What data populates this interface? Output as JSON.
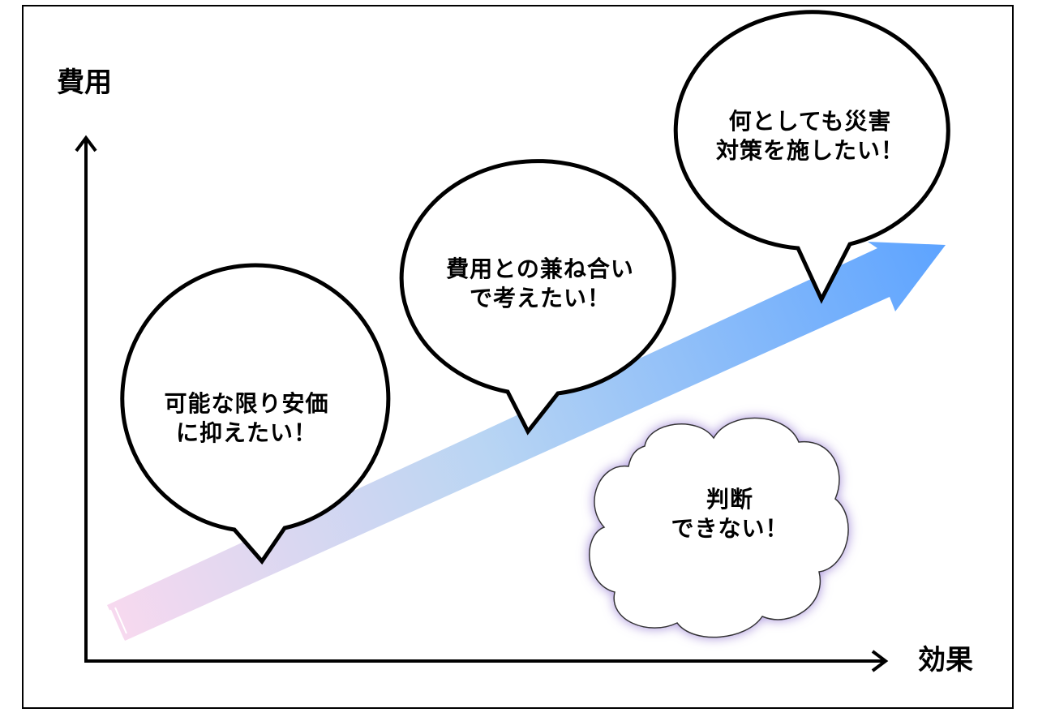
{
  "axes": {
    "y_label": "費用",
    "x_label": "効果"
  },
  "bubbles": [
    {
      "line1": "可能な限り安価",
      "line2": "に抑えたい！"
    },
    {
      "line1": "費用との兼ね合い",
      "line2": "で考えたい！"
    },
    {
      "line1": "何としても災害",
      "line2": "対策を施したい！"
    }
  ],
  "cloud": {
    "line1": "判断",
    "line2": "できない！"
  },
  "colors": {
    "arrow_start": "#f7d9ef",
    "arrow_end": "#5ea4ff",
    "cloud_glow": "#a58fd9",
    "stroke": "#000000"
  }
}
